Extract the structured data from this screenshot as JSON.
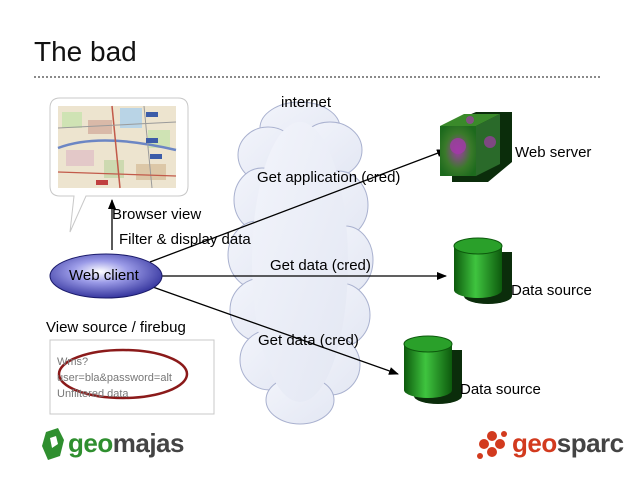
{
  "slide": {
    "title": "The bad"
  },
  "labels": {
    "internet": "internet",
    "get_application": "Get application (cred)",
    "web_server": "Web server",
    "get_data_1": "Get data (cred)",
    "data_source_1": "Data source",
    "get_data_2": "Get data (cred)",
    "data_source_2": "Data source",
    "browser_view": "Browser view",
    "filter_display": "Filter & display data",
    "web_client": "Web client",
    "view_source": "View source / firebug"
  },
  "source_box": {
    "lines": [
      "Wms?",
      "user=bla&password=alt",
      "Unfiltered data"
    ]
  },
  "logos": {
    "left": {
      "part1": "geo",
      "part2": "majas"
    },
    "right": {
      "part1": "geo",
      "part2": "sparc"
    }
  },
  "colors": {
    "client_blue": "#3a3ab8",
    "server_purple": "#8a2a9a",
    "db_green": "#1c8c1c",
    "highlight_red": "#8b1a1a",
    "geomajas_green": "#2f8f2f",
    "geosparc_red": "#d23a1e"
  }
}
